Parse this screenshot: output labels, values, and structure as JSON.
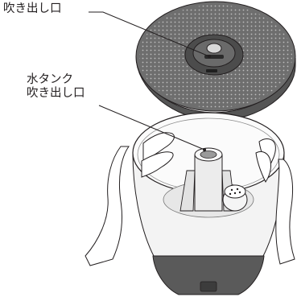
{
  "labels": {
    "top_outlet": "吹き出し口",
    "tank_outlet_line1": "水タンク",
    "tank_outlet_line2": "吹き出し口"
  },
  "colors": {
    "lid": "#6e6e6e",
    "lid_dark": "#3c3c3c",
    "base": "#5a5a5a",
    "outline": "#231f20"
  }
}
